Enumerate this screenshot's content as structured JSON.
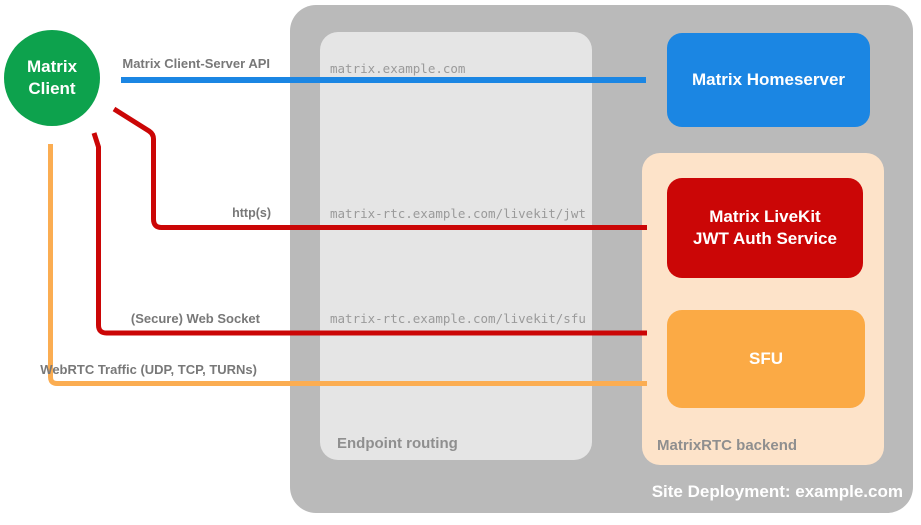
{
  "colors": {
    "client_green": "#0da24d",
    "homeserver_blue": "#1b86e3",
    "service_red": "#cb0606",
    "sfu_orange": "#fbaa45",
    "webrtc_orange": "#fbad52",
    "backend_peach": "#fde3c9",
    "container_gray": "#bababa",
    "panel_gray": "#e5e5e5"
  },
  "nodes": {
    "client": {
      "line1": "Matrix",
      "line2": "Client"
    },
    "homeserver": {
      "label": "Matrix Homeserver"
    },
    "jwt_service": {
      "line1": "Matrix LiveKit",
      "line2": "JWT Auth Service"
    },
    "sfu": {
      "label": "SFU"
    }
  },
  "panels": {
    "endpoint_routing": {
      "caption": "Endpoint routing"
    },
    "backend": {
      "caption": "MatrixRTC backend"
    },
    "deployment": {
      "caption": "Site Deployment: example.com"
    }
  },
  "connections": {
    "client_server_api": {
      "label": "Matrix Client-Server API",
      "endpoint": "matrix.example.com",
      "color": "#1b86e3"
    },
    "https": {
      "label": "http(s)",
      "endpoint": "matrix-rtc.example.com/livekit/jwt",
      "color": "#cb0606"
    },
    "websocket": {
      "label": "(Secure) Web Socket",
      "endpoint": "matrix-rtc.example.com/livekit/sfu",
      "color": "#cb0606"
    },
    "webrtc": {
      "label": "WebRTC Traffic (UDP, TCP, TURNs)",
      "color": "#fbad52"
    }
  }
}
